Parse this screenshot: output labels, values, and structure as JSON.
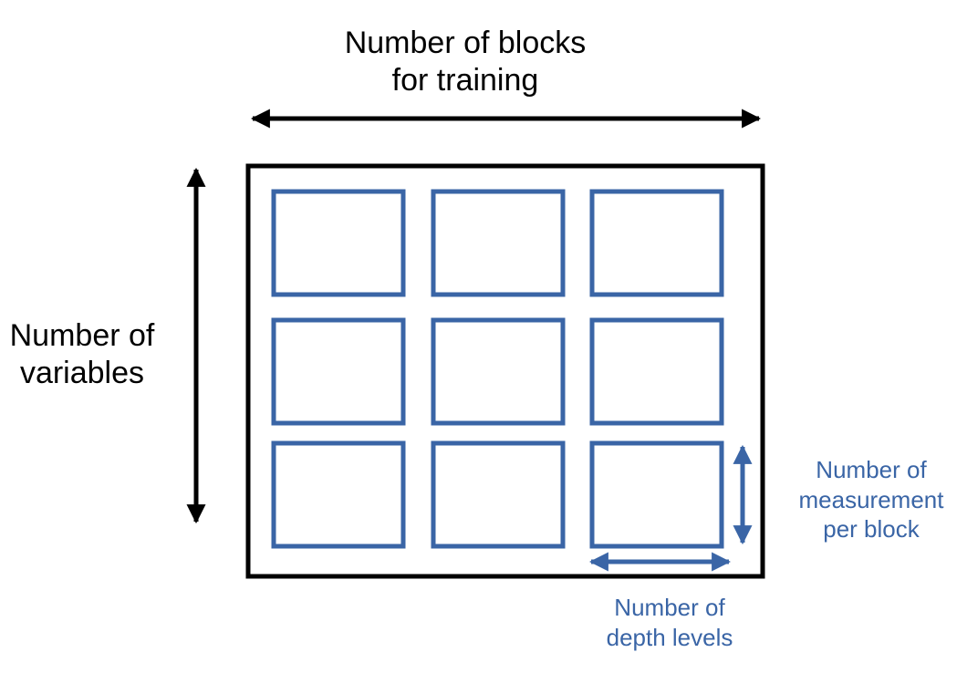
{
  "labels": {
    "blocks_for_training": [
      "Number of blocks",
      "for training"
    ],
    "variables": [
      "Number of",
      "variables"
    ],
    "measurement_per_block": [
      "Number of",
      "measurement",
      "per block"
    ],
    "depth_levels": [
      "Number of",
      "depth levels"
    ]
  },
  "colors": {
    "outer": "#000000",
    "block": "#3a65a6",
    "arrow_black": "#000000",
    "arrow_blue": "#3a65a6"
  },
  "grid": {
    "rows": 3,
    "columns": 3
  }
}
